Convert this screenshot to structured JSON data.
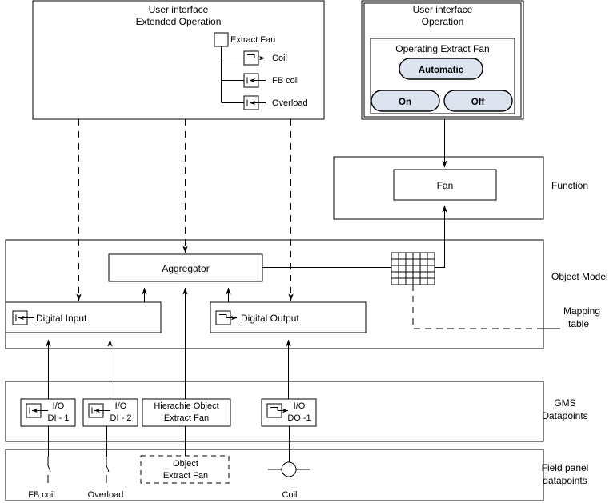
{
  "diagram": {
    "title_hidden": "Extract Fan object model layering diagram",
    "layers": [
      {
        "key": "ui_extended",
        "label_lines": [
          "User interface",
          "Extended Operation"
        ]
      },
      {
        "key": "ui_operation",
        "label_lines": [
          "User interface",
          "Operation"
        ]
      },
      {
        "key": "function",
        "side_label": "Function"
      },
      {
        "key": "object_model",
        "side_label": "Object Model"
      },
      {
        "key": "gms",
        "side_label_lines": [
          "GMS",
          "Datapoints"
        ]
      },
      {
        "key": "field_panel",
        "side_label_lines": [
          "Field panel",
          "datapoints"
        ]
      }
    ]
  },
  "ui_extended": {
    "title_line1": "User interface",
    "title_line2": "Extended Operation",
    "root_label": "Extract Fan",
    "children": [
      {
        "label": "Coil",
        "direction": "output"
      },
      {
        "label": "FB coil",
        "direction": "input"
      },
      {
        "label": "Overload",
        "direction": "input"
      }
    ]
  },
  "ui_operation": {
    "title_line1": "User interface",
    "title_line2": "Operation",
    "panel_title": "Operating Extract Fan",
    "buttons": [
      {
        "label": "Automatic",
        "state": "selected"
      },
      {
        "label": "On",
        "state": "normal"
      },
      {
        "label": "Off",
        "state": "normal"
      }
    ],
    "button_fill": "#dde4f0",
    "button_border": "#000000"
  },
  "function_layer": {
    "side_label": "Function",
    "block_label": "Fan"
  },
  "object_model": {
    "side_label": "Object Model",
    "mapping_label_line1": "Mapping",
    "mapping_label_line2": "table",
    "aggregator_label": "Aggregator",
    "digital_input_label": "Digital Input",
    "digital_output_label": "Digital Output",
    "mapping_table": {
      "cols": 6,
      "rows": 5
    }
  },
  "gms": {
    "side_label_line1": "GMS",
    "side_label_line2": "Datapoints",
    "items": [
      {
        "line1": "I/O",
        "line2": "DI - 1",
        "icon": "input"
      },
      {
        "line1": "I/O",
        "line2": "DI - 2",
        "icon": "input"
      },
      {
        "line1": "Hierachie Object",
        "line2": "Extract Fan",
        "icon": "none"
      },
      {
        "line1": "I/O",
        "line2": "DO -1",
        "icon": "output"
      }
    ]
  },
  "field_panel": {
    "side_label_line1": "Field panel",
    "side_label_line2": "datapoints",
    "items": [
      {
        "caption": "FB coil",
        "symbol": "contact"
      },
      {
        "caption": "Overload",
        "symbol": "contact"
      },
      {
        "caption": "",
        "symbol": "dashed-box",
        "box_line1": "Object",
        "box_line2": "Extract Fan"
      },
      {
        "caption": "Coil",
        "symbol": "relay-coil"
      }
    ]
  },
  "colors": {
    "stroke": "#000000",
    "background": "#ffffff",
    "button_fill": "#dde4f0"
  }
}
